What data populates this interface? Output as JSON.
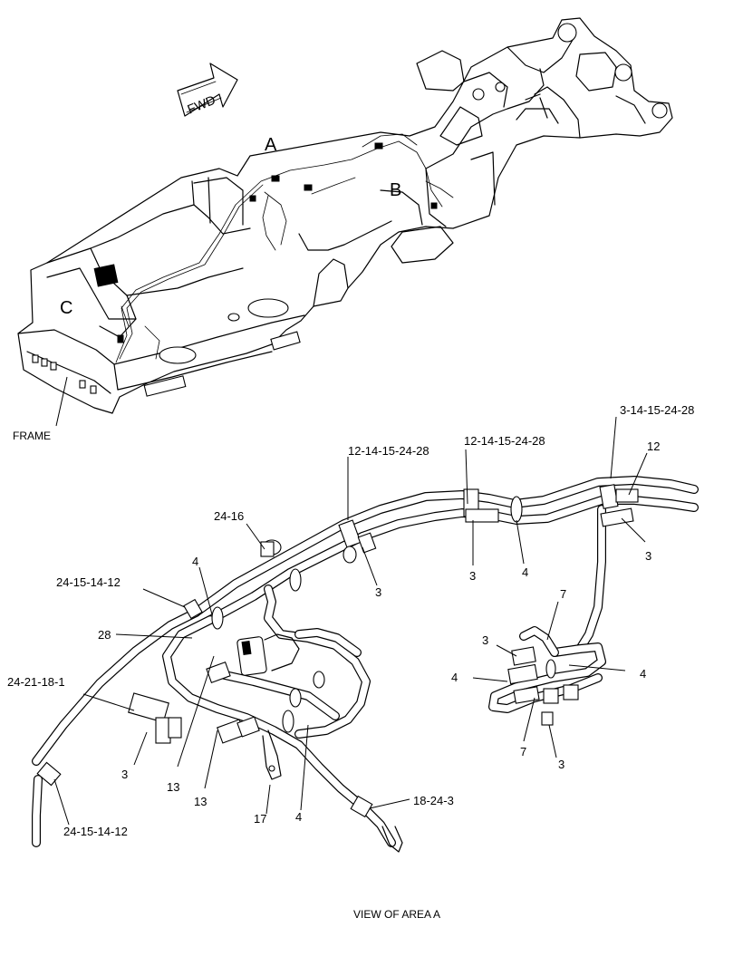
{
  "fwd_arrow": "FWD",
  "area_labels": {
    "a": "A",
    "b": "B",
    "c": "C"
  },
  "frame_label": "FRAME",
  "caption": "VIEW OF AREA A",
  "callouts": {
    "c1": "3-14-15-24-28",
    "c2": "12",
    "c3": "12-14-15-24-28",
    "c4": "12-14-15-24-28",
    "c5": "3",
    "c6": "3",
    "c7": "4",
    "c8": "24-16",
    "c9": "3",
    "c10": "4",
    "c11": "24-15-14-12",
    "c12": "28",
    "c13": "7",
    "c14": "3",
    "c15": "4",
    "c16": "4",
    "c17": "24-21-18-1",
    "c18": "7",
    "c19": "3",
    "c20": "3",
    "c21": "13",
    "c22": "13",
    "c23": "17",
    "c24": "4",
    "c25": "18-24-3",
    "c26": "24-15-14-12"
  }
}
